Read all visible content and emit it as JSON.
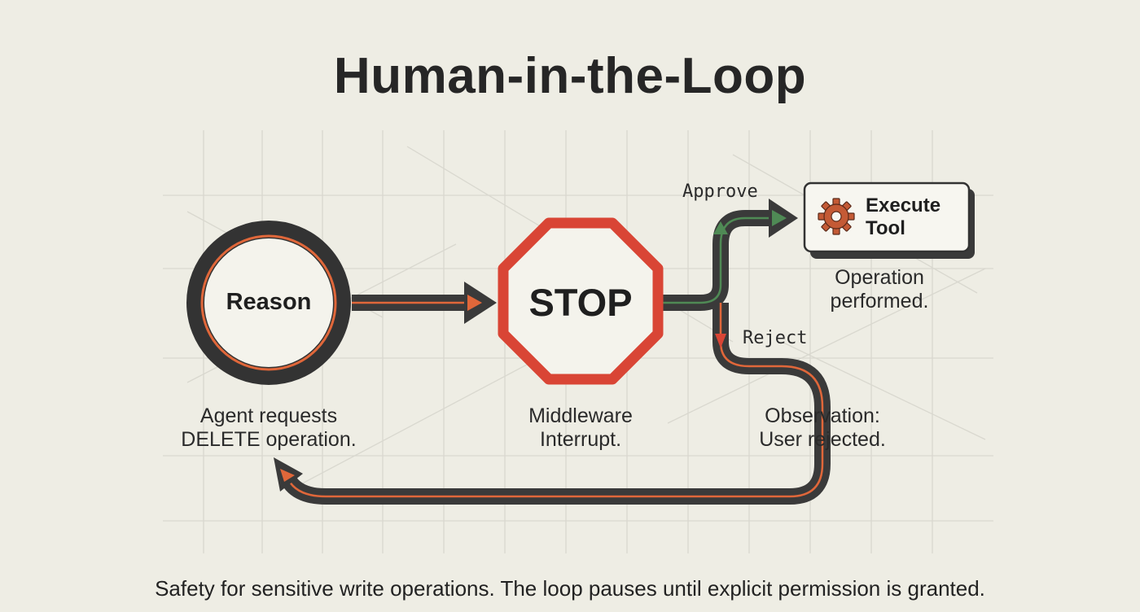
{
  "title": "Human-in-the-Loop",
  "nodes": {
    "reason": {
      "label": "Reason",
      "caption_line1": "Agent requests",
      "caption_line2": "DELETE operation."
    },
    "stop": {
      "label": "STOP",
      "caption_line1": "Middleware",
      "caption_line2": "Interrupt."
    },
    "execute": {
      "label_line1": "Execute",
      "label_line2": "Tool",
      "caption_line1": "Operation",
      "caption_line2": "performed.",
      "icon": "gear-icon"
    }
  },
  "branches": {
    "approve": "Approve",
    "reject": "Reject",
    "reject_caption_line1": "Observation:",
    "reject_caption_line2": "User rejected."
  },
  "footer": "Safety for sensitive write operations. The loop pauses until explicit permission is granted.",
  "colors": {
    "background": "#eeede4",
    "track": "#3a3a3a",
    "accent_orange": "#e0673a",
    "stop_red": "#d94535",
    "approve_green": "#4f8a55"
  }
}
